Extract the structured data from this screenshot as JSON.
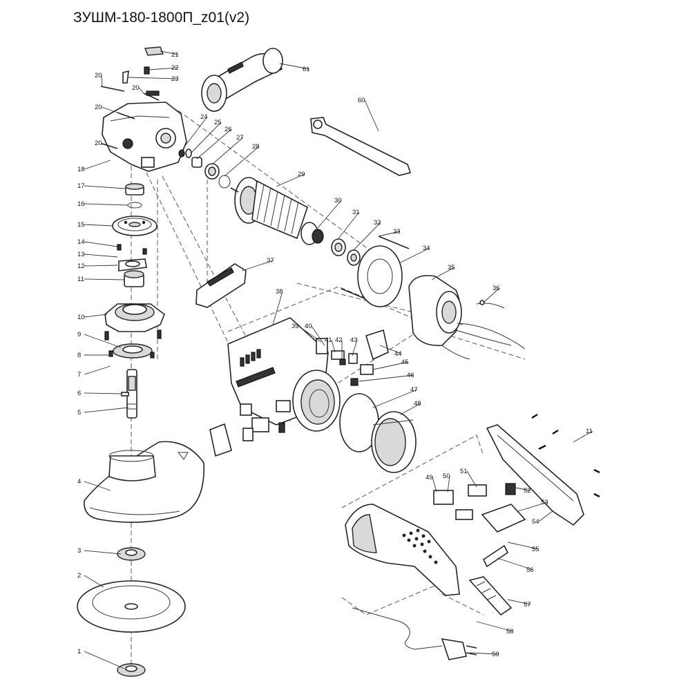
{
  "title": "ЗУШМ-180-1800П_z01(v2)",
  "parts": [
    {
      "id": "1"
    },
    {
      "id": "2"
    },
    {
      "id": "3"
    },
    {
      "id": "4"
    },
    {
      "id": "5"
    },
    {
      "id": "6"
    },
    {
      "id": "7"
    },
    {
      "id": "8"
    },
    {
      "id": "9"
    },
    {
      "id": "10"
    },
    {
      "id": "11"
    },
    {
      "id": "12"
    },
    {
      "id": "13"
    },
    {
      "id": "14"
    },
    {
      "id": "15"
    },
    {
      "id": "16"
    },
    {
      "id": "17"
    },
    {
      "id": "18"
    },
    {
      "id": "20"
    },
    {
      "id": "20"
    },
    {
      "id": "20"
    },
    {
      "id": "20"
    },
    {
      "id": "21"
    },
    {
      "id": "22"
    },
    {
      "id": "23"
    },
    {
      "id": "24"
    },
    {
      "id": "25"
    },
    {
      "id": "26"
    },
    {
      "id": "27"
    },
    {
      "id": "28"
    },
    {
      "id": "29"
    },
    {
      "id": "30"
    },
    {
      "id": "31"
    },
    {
      "id": "32"
    },
    {
      "id": "33"
    },
    {
      "id": "34"
    },
    {
      "id": "35"
    },
    {
      "id": "36"
    },
    {
      "id": "37"
    },
    {
      "id": "38"
    },
    {
      "id": "39"
    },
    {
      "id": "40"
    },
    {
      "id": "41"
    },
    {
      "id": "42"
    },
    {
      "id": "43"
    },
    {
      "id": "44"
    },
    {
      "id": "45"
    },
    {
      "id": "46"
    },
    {
      "id": "47"
    },
    {
      "id": "48"
    },
    {
      "id": "49"
    },
    {
      "id": "50"
    },
    {
      "id": "51"
    },
    {
      "id": "52"
    },
    {
      "id": "53"
    },
    {
      "id": "54"
    },
    {
      "id": "55"
    },
    {
      "id": "56"
    },
    {
      "id": "57"
    },
    {
      "id": "58"
    },
    {
      "id": "59"
    },
    {
      "id": "60"
    },
    {
      "id": "61"
    },
    {
      "id": "11"
    }
  ]
}
